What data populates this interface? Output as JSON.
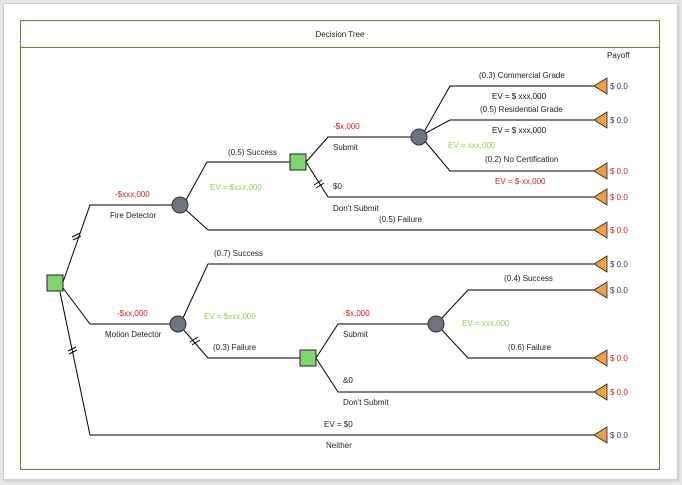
{
  "title": "Decision Tree",
  "payoff_header": "Payoff",
  "colors": {
    "frame": "#6b7f35",
    "decision_node": "#7ed66c",
    "chance_node": "#6b7480",
    "terminal_node": "#f0a040",
    "cost_text": "#d42020",
    "ev_green": "#8bd448",
    "ev_red": "#d42020",
    "payoff_blue": "#2a3c70",
    "payoff_red": "#d42020"
  },
  "branches": {
    "fire_detector": {
      "label": "Fire Detector",
      "cost": "-$xxx,000"
    },
    "fire_ev": "EV = $xxx,000",
    "fire_success": "(0.5) Success",
    "fire_failure": "(0.5) Failure",
    "fire_submit": {
      "label": "Submit",
      "cost": "-$x,000"
    },
    "fire_dont_submit": {
      "label": "Don't Submit",
      "cost": "$0"
    },
    "fire_cert_ev": "EV = xxx,000",
    "commercial": {
      "label": "(0.3) Commercial Grade",
      "ev": "EV = $ xxx,000"
    },
    "residential": {
      "label": "(0.5) Residential Grade",
      "ev": "EV = $ xxx,000"
    },
    "no_cert": {
      "label": "(0.2) No Certification",
      "ev": "EV = $-xx,000"
    },
    "motion_detector": {
      "label": "Motion Detector",
      "cost": "-$xx,000"
    },
    "motion_ev": "EV = $xxx,000",
    "motion_success": "(0.7) Success",
    "motion_failure": "(0.3) Failure",
    "motion_submit": {
      "label": "Submit",
      "cost": "-$x,000"
    },
    "motion_dont_submit": {
      "label": "Don't Submit",
      "cost": "&0"
    },
    "motion_cert_ev": "EV = xxx,000",
    "motion_cert_success": "(0.4) Success",
    "motion_cert_failure": "(0.6) Failure",
    "neither": {
      "label": "Neither",
      "ev": "EV = $0"
    }
  },
  "payoffs": [
    {
      "value": "$ 0.0",
      "tone": "blue"
    },
    {
      "value": "$ 0.0",
      "tone": "blue"
    },
    {
      "value": "$ 0.0",
      "tone": "red"
    },
    {
      "value": "$ 0.0",
      "tone": "red"
    },
    {
      "value": "$ 0.0",
      "tone": "red"
    },
    {
      "value": "$ 0.0",
      "tone": "blue"
    },
    {
      "value": "$ 0.0",
      "tone": "blue"
    },
    {
      "value": "$ 0.0",
      "tone": "red"
    },
    {
      "value": "$ 0.0",
      "tone": "red"
    },
    {
      "value": "$ 0.0",
      "tone": "blue"
    }
  ]
}
